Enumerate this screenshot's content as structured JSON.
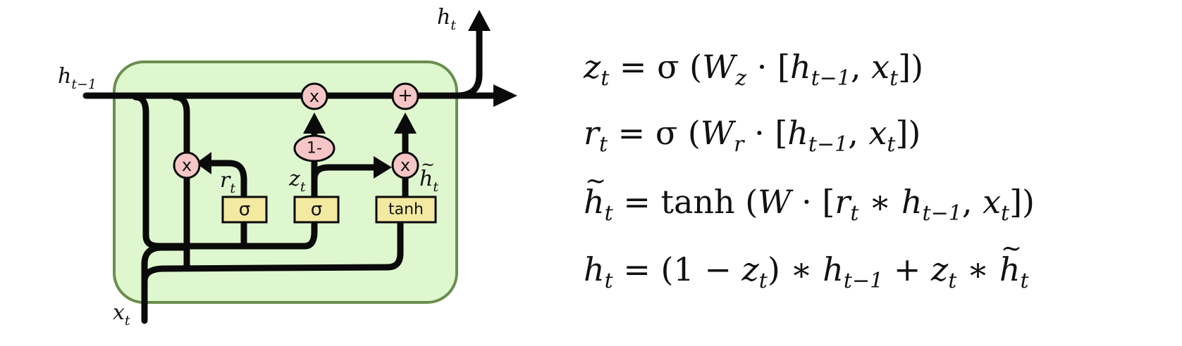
{
  "diagram": {
    "labels": {
      "h_prev": "h",
      "h_prev_sub": "t−1",
      "h_out": "h",
      "h_out_sub": "t",
      "x_in": "x",
      "x_in_sub": "t",
      "r_gate": "r",
      "r_gate_sub": "t",
      "z_gate": "z",
      "z_gate_sub": "t",
      "h_tilde": "h",
      "h_tilde_sub": "t"
    },
    "ops": {
      "multiply": "x",
      "add": "+",
      "one_minus": "1-"
    },
    "layers": {
      "sigma_r": "σ",
      "sigma_z": "σ",
      "tanh": "tanh"
    },
    "colors": {
      "cell_fill": "#dff7cf",
      "cell_border": "#6b8e4e",
      "op_fill": "#f6c6c6",
      "layer_fill": "#f3e9a0",
      "line": "#0a0a0a"
    }
  },
  "equations": [
    {
      "parts": [
        "z",
        "t",
        " = σ (",
        "W",
        "z",
        " · [",
        "h",
        "t−1",
        ", ",
        "x",
        "t",
        "])"
      ]
    },
    {
      "parts": [
        "r",
        "t",
        " = σ (",
        "W",
        "r",
        " · [",
        "h",
        "t−1",
        ", ",
        "x",
        "t",
        "])"
      ]
    },
    {
      "parts": [
        "h",
        "t",
        " = tanh (",
        "W",
        " · [",
        "r",
        "t",
        " ∗ ",
        "h",
        "t−1",
        ", ",
        "x",
        "t",
        "])"
      ]
    },
    {
      "parts": [
        "h",
        "t",
        " = (1 − ",
        "z",
        "t",
        ") ∗ ",
        "h",
        "t−1",
        " + ",
        "z",
        "t",
        " ∗ ",
        "h",
        "t"
      ]
    }
  ]
}
